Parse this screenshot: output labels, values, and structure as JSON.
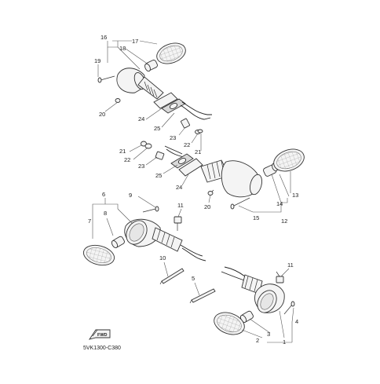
{
  "diagram": {
    "code": "5VK1300-C380",
    "fwd_label": "FWD",
    "callouts": {
      "c1": "1",
      "c2": "2",
      "c3": "3",
      "c4": "4",
      "c5": "5",
      "c6": "6",
      "c7": "7",
      "c8": "8",
      "c9": "9",
      "c10": "10",
      "c11a": "11",
      "c11b": "11",
      "c12": "12",
      "c13": "13",
      "c14": "14",
      "c15": "15",
      "c16": "16",
      "c17": "17",
      "c18": "18",
      "c19": "19",
      "c20a": "20",
      "c20b": "20",
      "c21a": "21",
      "c21b": "21",
      "c22a": "22",
      "c22b": "22",
      "c23a": "23",
      "c23b": "23",
      "c24a": "24",
      "c24b": "24",
      "c25a": "25",
      "c25b": "25"
    }
  }
}
